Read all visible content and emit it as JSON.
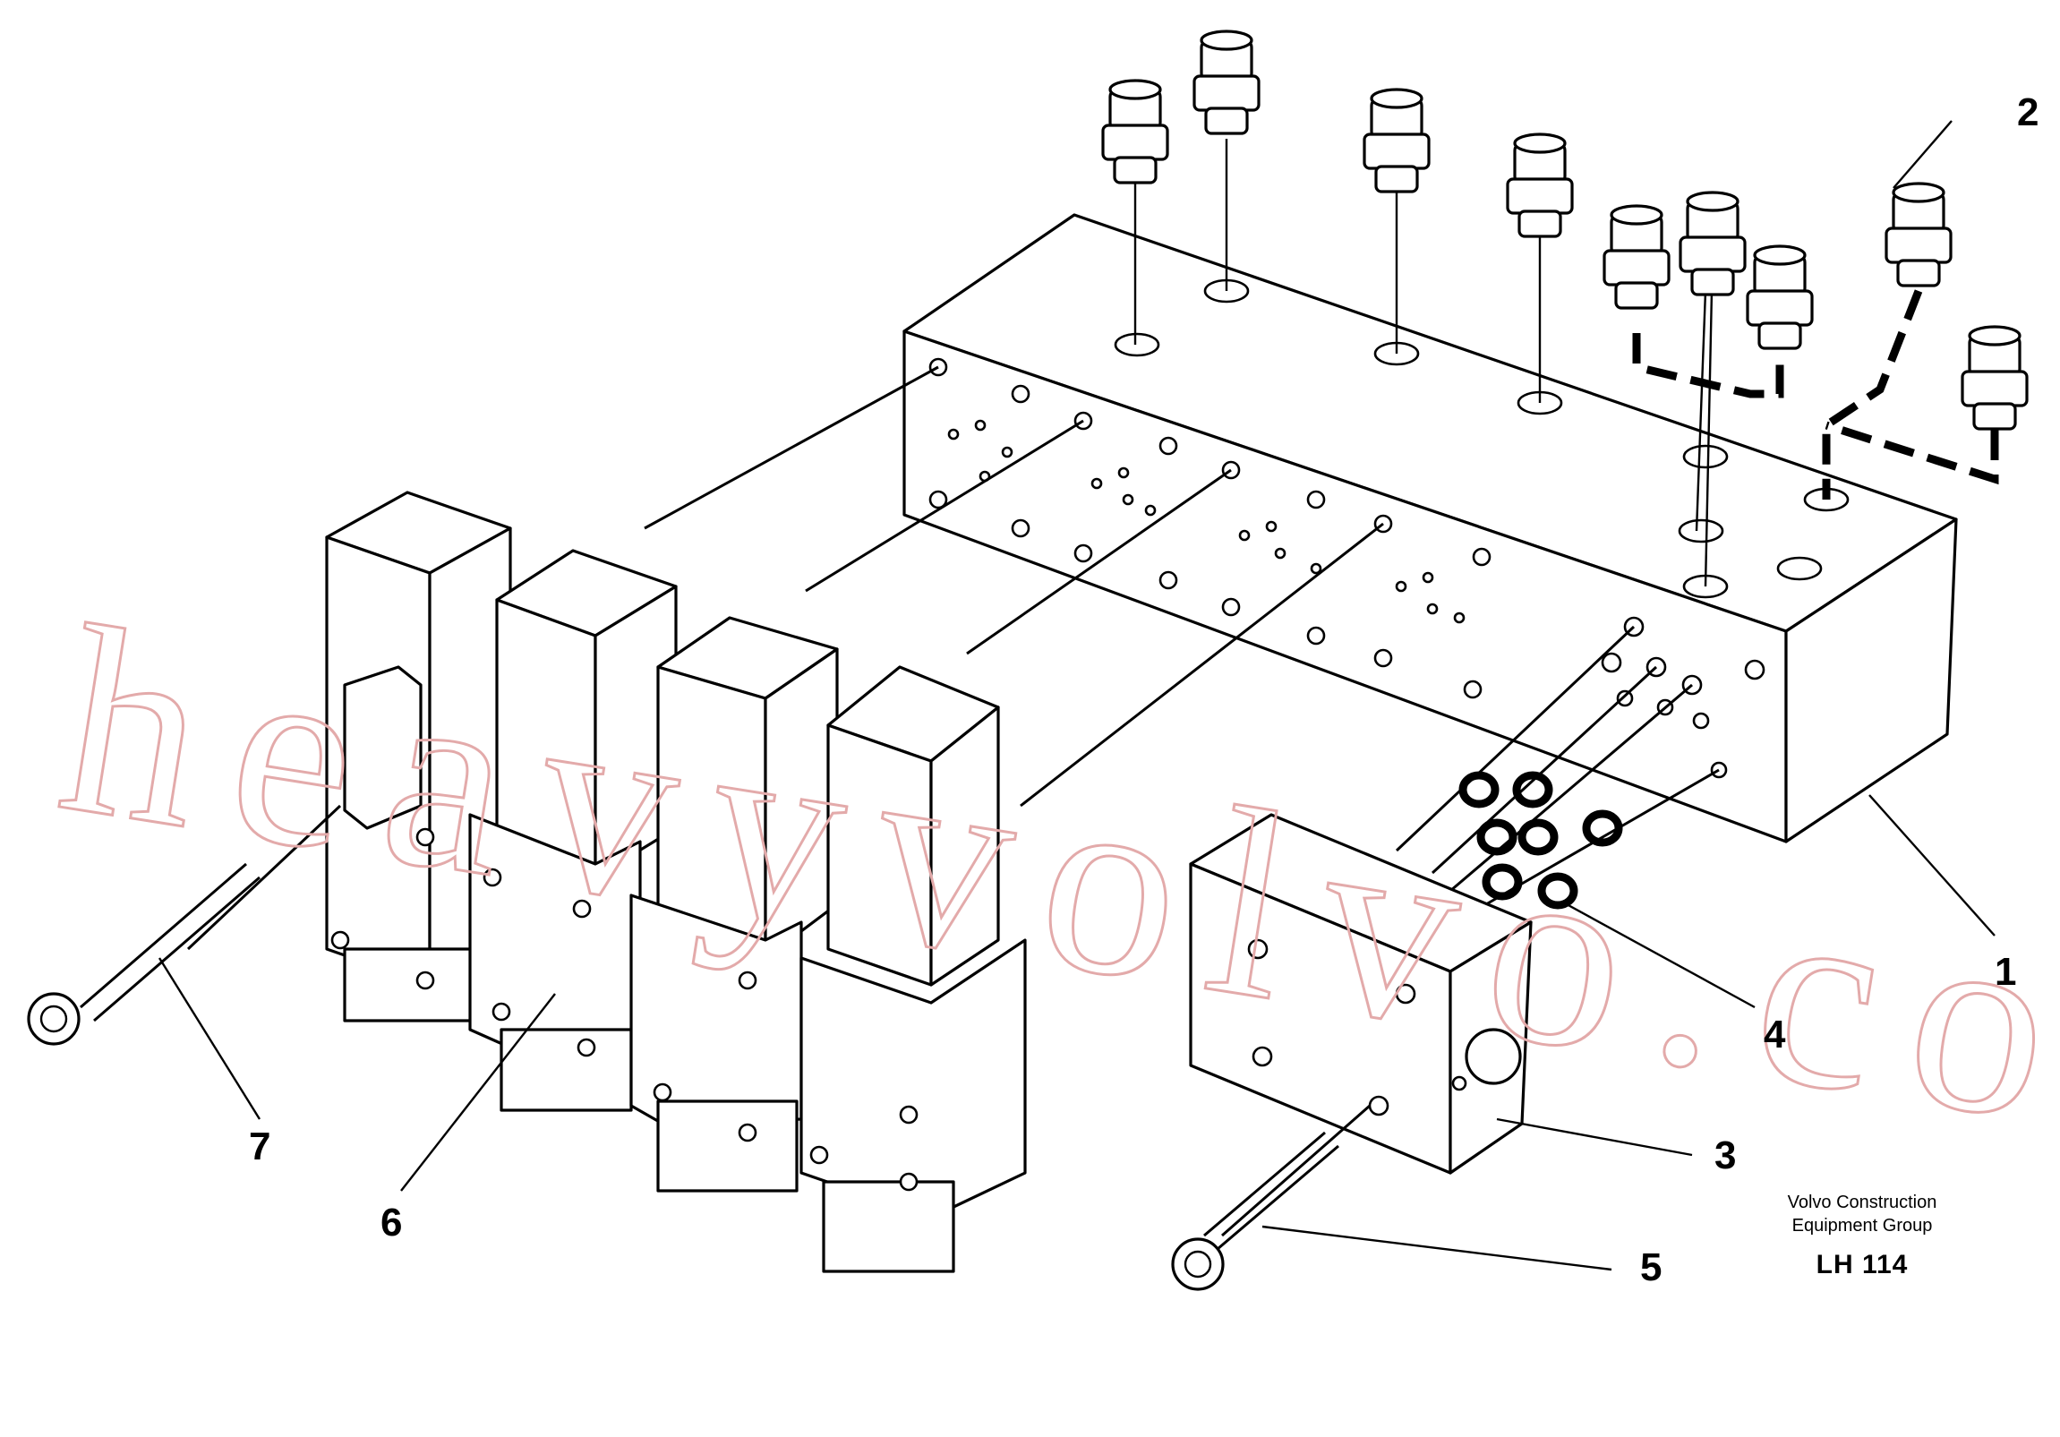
{
  "watermark": "heavyvolvo.com",
  "callouts": [
    {
      "id": "1",
      "label": "1"
    },
    {
      "id": "2",
      "label": "2"
    },
    {
      "id": "3",
      "label": "3"
    },
    {
      "id": "4",
      "label": "4"
    },
    {
      "id": "5",
      "label": "5"
    },
    {
      "id": "6",
      "label": "6"
    },
    {
      "id": "7",
      "label": "7"
    }
  ],
  "footer": {
    "company_line1": "Volvo Construction",
    "company_line2": "Equipment Group",
    "drawing_code": "LH 114"
  },
  "colors": {
    "line": "#000000",
    "background": "#ffffff",
    "watermark": "#e3aaaa"
  }
}
